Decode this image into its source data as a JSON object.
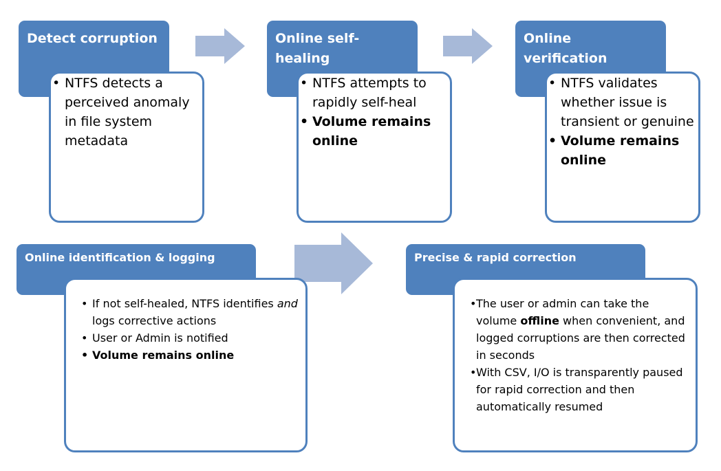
{
  "colors": {
    "header_fill": "#4f81bd",
    "header_text": "#ffffff",
    "content_border": "#4f81bd",
    "arrow_fill": "#a7b9d8"
  },
  "steps": [
    {
      "title": "Detect corruption",
      "bullets": [
        "NTFS detects a perceived anomaly in file system metadata"
      ]
    },
    {
      "title": "Online self-healing",
      "bullets": [
        "NTFS attempts to rapidly self-heal",
        "Volume remains online"
      ]
    },
    {
      "title": "Online verification",
      "bullets": [
        "NTFS validates whether issue is transient or genuine",
        "Volume remains online"
      ]
    },
    {
      "title": "Online identification & logging",
      "bullets": [
        {
          "before": "If not self-healed, NTFS identifies ",
          "emphasis": "and",
          "after": " logs corrective actions"
        },
        "User or Admin is notified",
        "Volume remains online"
      ]
    },
    {
      "title": "Precise & rapid correction",
      "bullets": [
        {
          "before": "The user or admin can take the volume ",
          "strong": "offline",
          "after": " when convenient, and logged corruptions are then corrected in seconds"
        },
        "With CSV, I/O is transparently paused for rapid correction and then automatically resumed"
      ]
    }
  ],
  "arrows": [
    "right-arrow",
    "right-arrow",
    "right-arrow"
  ]
}
